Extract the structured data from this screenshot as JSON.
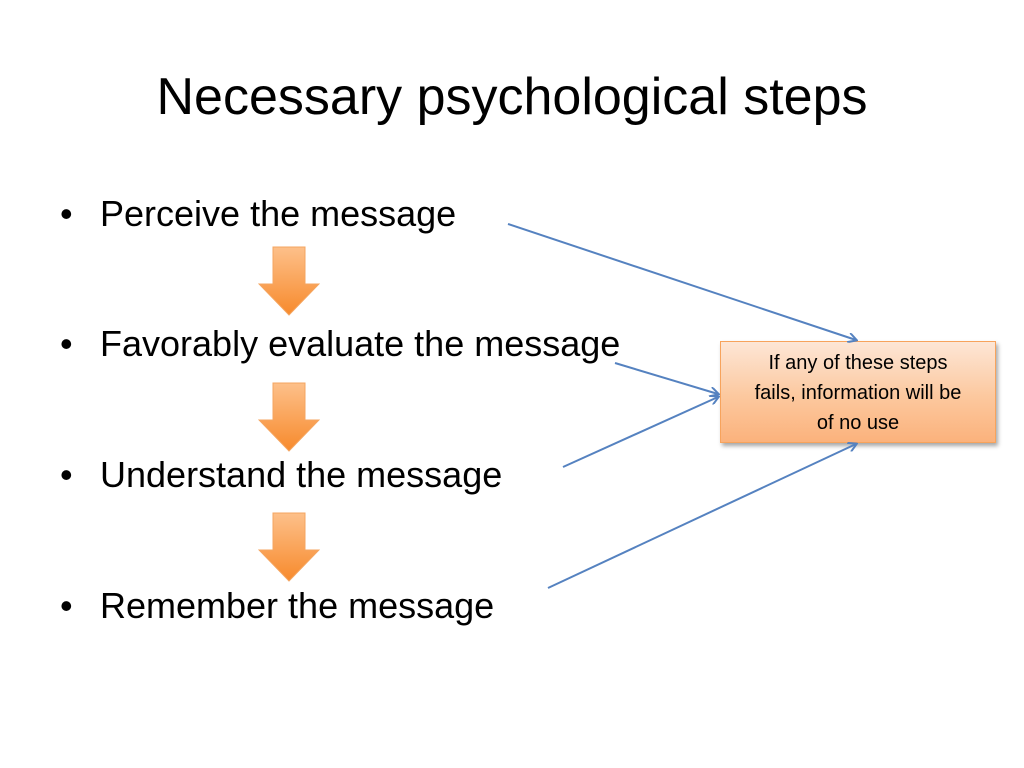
{
  "slide": {
    "title": "Necessary psychological steps"
  },
  "bullets": [
    {
      "marker": "•",
      "text": "Perceive the message"
    },
    {
      "marker": "•",
      "text": "Favorably evaluate the message"
    },
    {
      "marker": "•",
      "text": "Understand the message"
    },
    {
      "marker": "•",
      "text": "Remember the message"
    }
  ],
  "callout": {
    "lines": [
      "If any of these steps",
      "fails, information will be",
      "of no use"
    ]
  },
  "colors": {
    "arrow_fill_top": "#fdc08a",
    "arrow_fill_bottom": "#f78a2c",
    "connector": "#5582c0",
    "callout_border": "#f7a35c"
  }
}
